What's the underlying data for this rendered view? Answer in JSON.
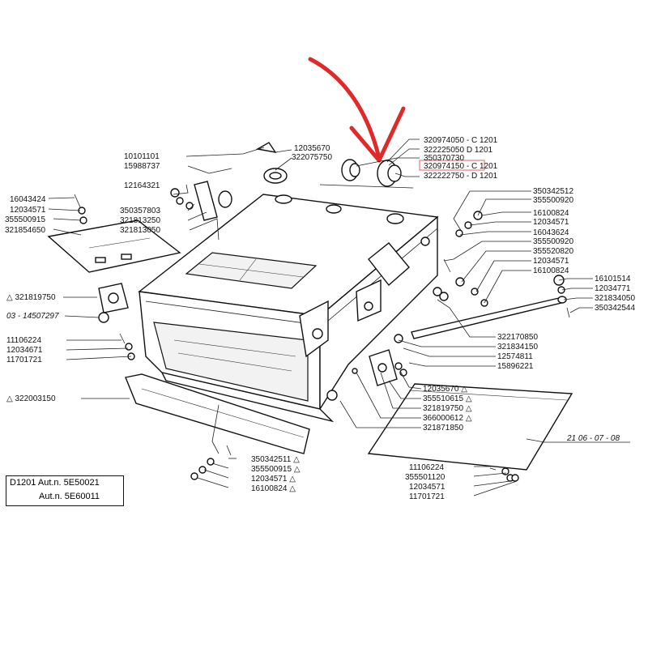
{
  "colors": {
    "arrow": "#e02a2a",
    "highlight_box": "#e06060",
    "line": "#222222"
  },
  "ref_box": {
    "line1": "D1201 Aut.n. 5E50021",
    "line2": "Aut.n. 5E60011"
  },
  "date_code": "21 06 - 07 - 08",
  "parts": {
    "p320974050": "320974050 - C  1201",
    "p322225050": "322225050   D  1201",
    "p350370730": "350370730",
    "p320974150": "320974150 - C   1201",
    "p322222750": "322222750 - D   1201",
    "p10101101": "10101101",
    "p12035670a": "12035670",
    "p322075750": "322075750",
    "p15988737": "15988737",
    "p12164321": "12164321",
    "p16043424": "16043424",
    "p12034571a": "12034571",
    "p355500915a": "355500915",
    "p321854650": "321854650",
    "p350357803": "350357803",
    "p321813250": "321813250",
    "p321813050": "321813050",
    "p350342512": "350342512",
    "p355500920a": "355500920",
    "p16100824a": "16100824",
    "p12034571b": "12034571",
    "p16043624": "16043624",
    "p355500920b": "355500920",
    "p355520820": "355520820",
    "p12034571c": "12034571",
    "p16100824b": "16100824",
    "p16101514": "16101514",
    "p12034771": "12034771",
    "p321834050": "321834050",
    "p350342544": "350342544",
    "p321819750a": "△  321819750",
    "p14507297": "03 - 14507297",
    "p11106224a": "11106224",
    "p12034671": "12034671",
    "p11701721a": "11701721",
    "p322003150": "△  322003150",
    "p322170850": "322170850",
    "p321834150": "321834150",
    "p12574811": "12574811",
    "p15896221": "15896221",
    "p12035670b": "12035670 △",
    "p355510615": "355510615 △",
    "p321819750b": "321819750 △",
    "p366000612": "366000612 △",
    "p321871850": "321871850",
    "p350342511": "350342511  △",
    "p355500915b": "355500915  △",
    "p12034571d": "12034571  △",
    "p16100824c": "16100824  △",
    "p11106224b": "11106224",
    "p355501120": "355501120",
    "p12034571e": "12034571",
    "p11701721b": "11701721"
  }
}
